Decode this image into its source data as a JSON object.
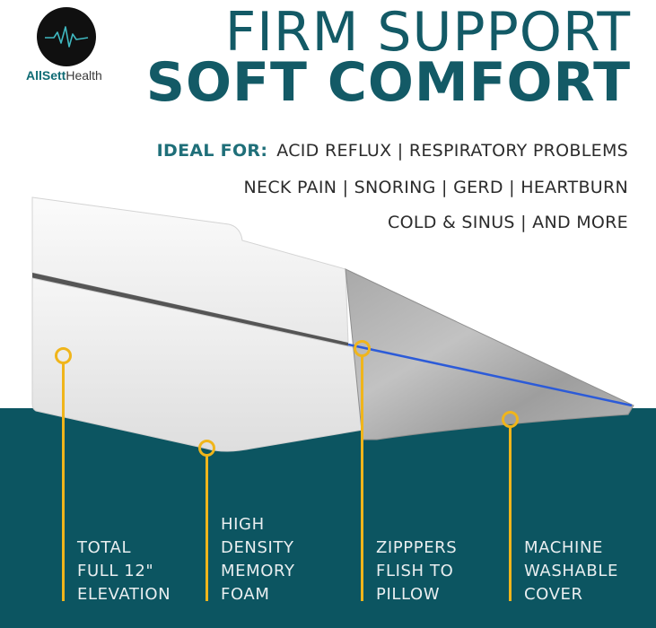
{
  "brand": {
    "name_bold": "AllSett",
    "name_rest": "Health"
  },
  "headline": {
    "line1": "FIRM SUPPORT",
    "line2": "SOFT COMFORT"
  },
  "conditions": {
    "lead": "IDEAL FOR:",
    "line1": "ACID REFLUX | RESPIRATORY PROBLEMS",
    "line2": "NECK PAIN | SNORING | GERD | HEARTBURN",
    "line3": "COLD & SINUS | AND MORE"
  },
  "features": [
    {
      "lines": [
        "TOTAL",
        "FULL 12\"",
        "ELEVATION"
      ]
    },
    {
      "lines": [
        "HIGH",
        "DENSITY",
        "MEMORY",
        "FOAM"
      ]
    },
    {
      "lines": [
        "ZIPPPERS",
        "FLISH TO",
        "PILLOW"
      ]
    },
    {
      "lines": [
        "MACHINE",
        "WASHABLE",
        "COVER"
      ]
    }
  ],
  "colors": {
    "teal": "#0c5561",
    "heading": "#135a66",
    "accent": "#f0b51b",
    "zipper": "#2c5bd8"
  }
}
